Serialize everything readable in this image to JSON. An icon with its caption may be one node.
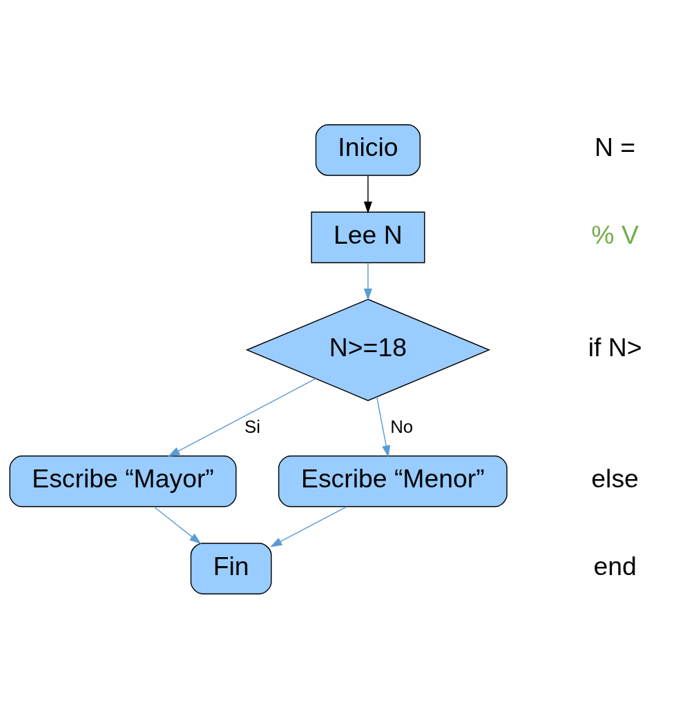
{
  "diagram": {
    "nodes": [
      {
        "text": [
          "Inicio"
        ]
      },
      {
        "text": [
          "Lee N"
        ]
      },
      {
        "text": [
          "N>=18"
        ]
      },
      {
        "text": [
          "Escribe “Mayor”"
        ]
      },
      {
        "text": [
          "Escribe “Menor”"
        ]
      },
      {
        "text": [
          "Fin"
        ]
      }
    ],
    "edges": [
      {
        "from": 0,
        "to": 1,
        "arrow": "to",
        "color": "#000000"
      },
      {
        "from": 1,
        "to": 2,
        "arrow": "to"
      },
      {
        "from": 2,
        "to": 3,
        "arrow": "to",
        "label": "Si"
      },
      {
        "from": 2,
        "to": 4,
        "arrow": "to",
        "label": "No"
      },
      {
        "from": 3,
        "to": 5,
        "arrow": "to"
      },
      {
        "from": 4,
        "to": 5,
        "arrow": "to"
      }
    ],
    "labels": [
      "N =",
      "% V",
      "if N>",
      "else",
      "end"
    ]
  }
}
